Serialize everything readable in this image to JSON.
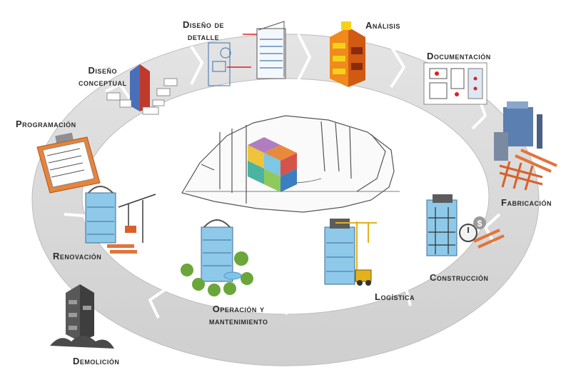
{
  "cycle": {
    "stages": [
      {
        "id": "diseno-detalle",
        "lines": [
          "Diseño de",
          "detalle"
        ],
        "icon": "detailed-design-icon"
      },
      {
        "id": "analisis",
        "lines": [
          "Análisis"
        ],
        "icon": "analysis-icon"
      },
      {
        "id": "documentacion",
        "lines": [
          "Documentación"
        ],
        "icon": "documentation-icon"
      },
      {
        "id": "fabricacion",
        "lines": [
          "Fabricación"
        ],
        "icon": "fabrication-icon"
      },
      {
        "id": "construccion",
        "lines": [
          "Construcción"
        ],
        "icon": "construction-icon"
      },
      {
        "id": "logistica",
        "lines": [
          "Logística"
        ],
        "icon": "logistics-icon"
      },
      {
        "id": "operacion",
        "lines": [
          "Operación y",
          "mantenimiento"
        ],
        "icon": "operation-icon"
      },
      {
        "id": "demolicion",
        "lines": [
          "Demolición"
        ],
        "icon": "demolition-icon"
      },
      {
        "id": "renovacion",
        "lines": [
          "Renovación"
        ],
        "icon": "renovation-icon"
      },
      {
        "id": "programacion",
        "lines": [
          "Programación"
        ],
        "icon": "clipboard-icon"
      },
      {
        "id": "diseno-conceptual",
        "lines": [
          "Diseño",
          "conceptual"
        ],
        "icon": "conceptual-design-icon"
      }
    ],
    "center_icon": "bim-cube-icon",
    "colors": {
      "ring": "#d8d8d8",
      "ring_edge": "#b9b9b9",
      "glass": "#8ec9ea",
      "glass_dark": "#4f93c4",
      "analysis_orange": "#f08a1c",
      "analysis_yellow": "#f4d21a",
      "timber": "#e2743a",
      "crane": "#e2b21c",
      "tree": "#6aa63a"
    }
  }
}
